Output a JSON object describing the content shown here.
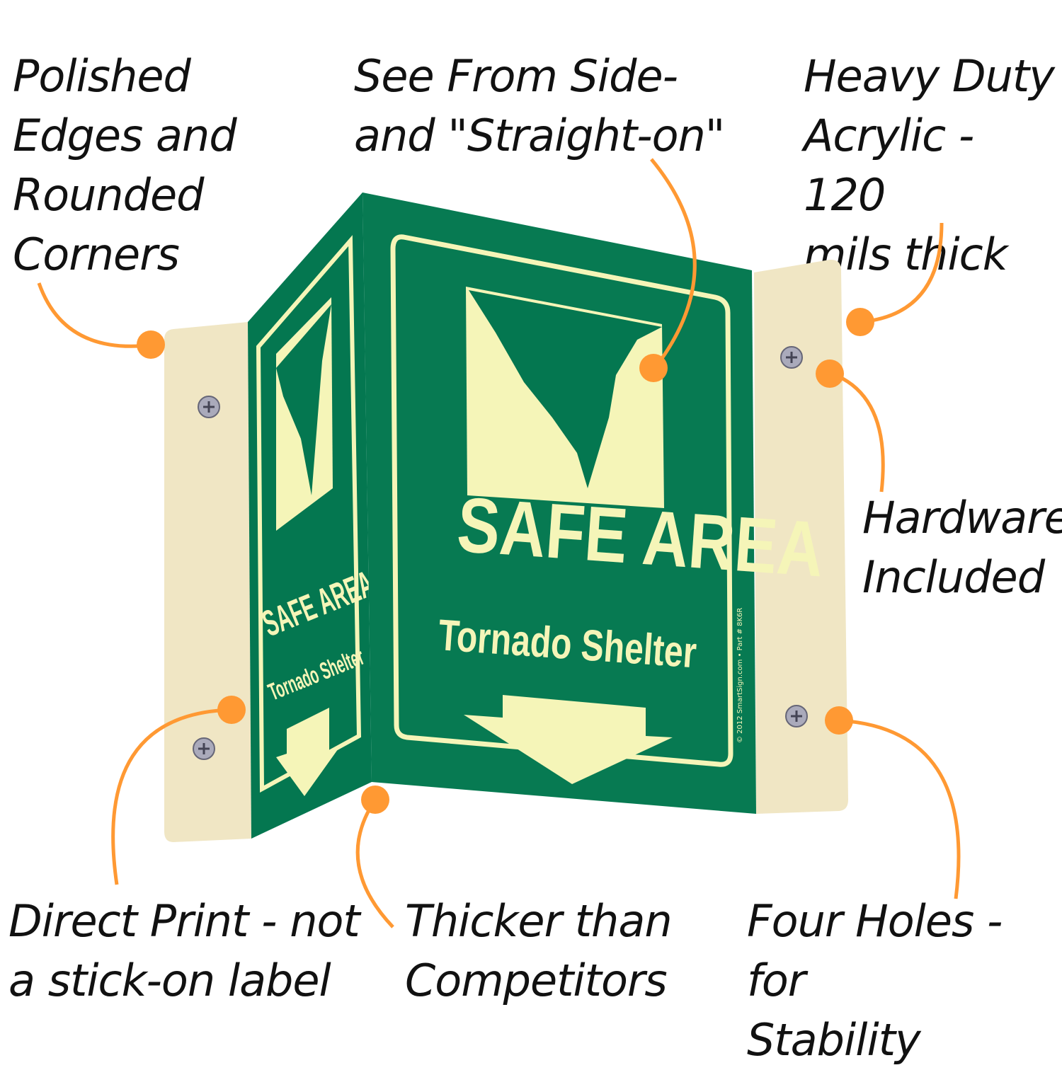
{
  "callouts": {
    "polished": "Polished\nEdges and\nRounded\nCorners",
    "see_from": "See From Side-\nand \"Straight-on\"",
    "heavy_duty": "Heavy Duty\nAcrylic - 120\nmils thick",
    "hardware": "Hardware\nIncluded",
    "direct_print": "Direct Print - not\na stick-on label",
    "thicker": "Thicker than\nCompetitors",
    "four_holes": "Four Holes - for\nStability"
  },
  "sign": {
    "title": "SAFE AREA",
    "subtitle": "Tornado Shelter",
    "fine_print": "© 2012 SmartSign.com • Part # 8K6R"
  },
  "colors": {
    "sign_green": "#047750",
    "glow": "#f5f5b8",
    "bracket": "#f0e6c4",
    "callout": "#ff9933"
  }
}
